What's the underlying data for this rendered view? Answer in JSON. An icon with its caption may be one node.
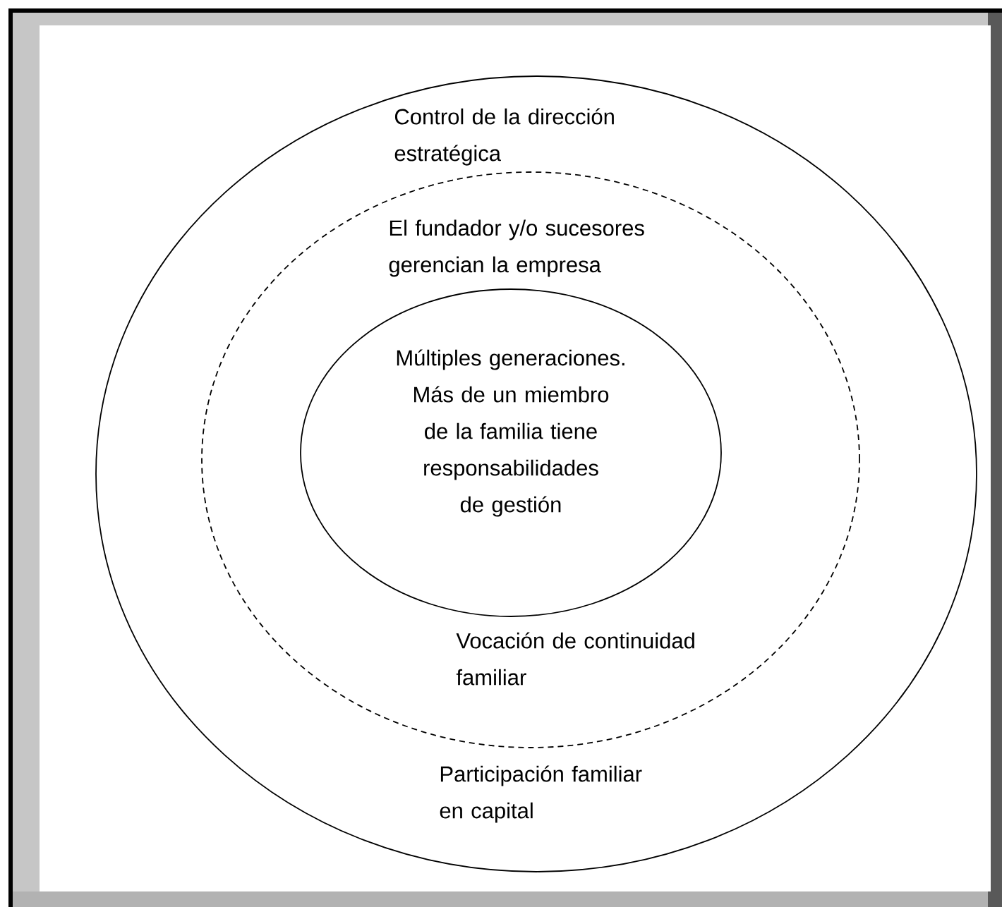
{
  "diagram": {
    "nodes": [
      {
        "text": [
          "Control de la dirección estratégica",
          "Participación familiar en capital"
        ]
      },
      {
        "text": [
          "El fundador y/o sucesores gerencian la empresa",
          "Vocación de continuidad familiar"
        ],
        "in": 0
      },
      {
        "text": [
          "Múltiples generaciones. Más de un miembro de la familia tiene responsabilidades de gestión"
        ],
        "in": 1
      }
    ]
  }
}
